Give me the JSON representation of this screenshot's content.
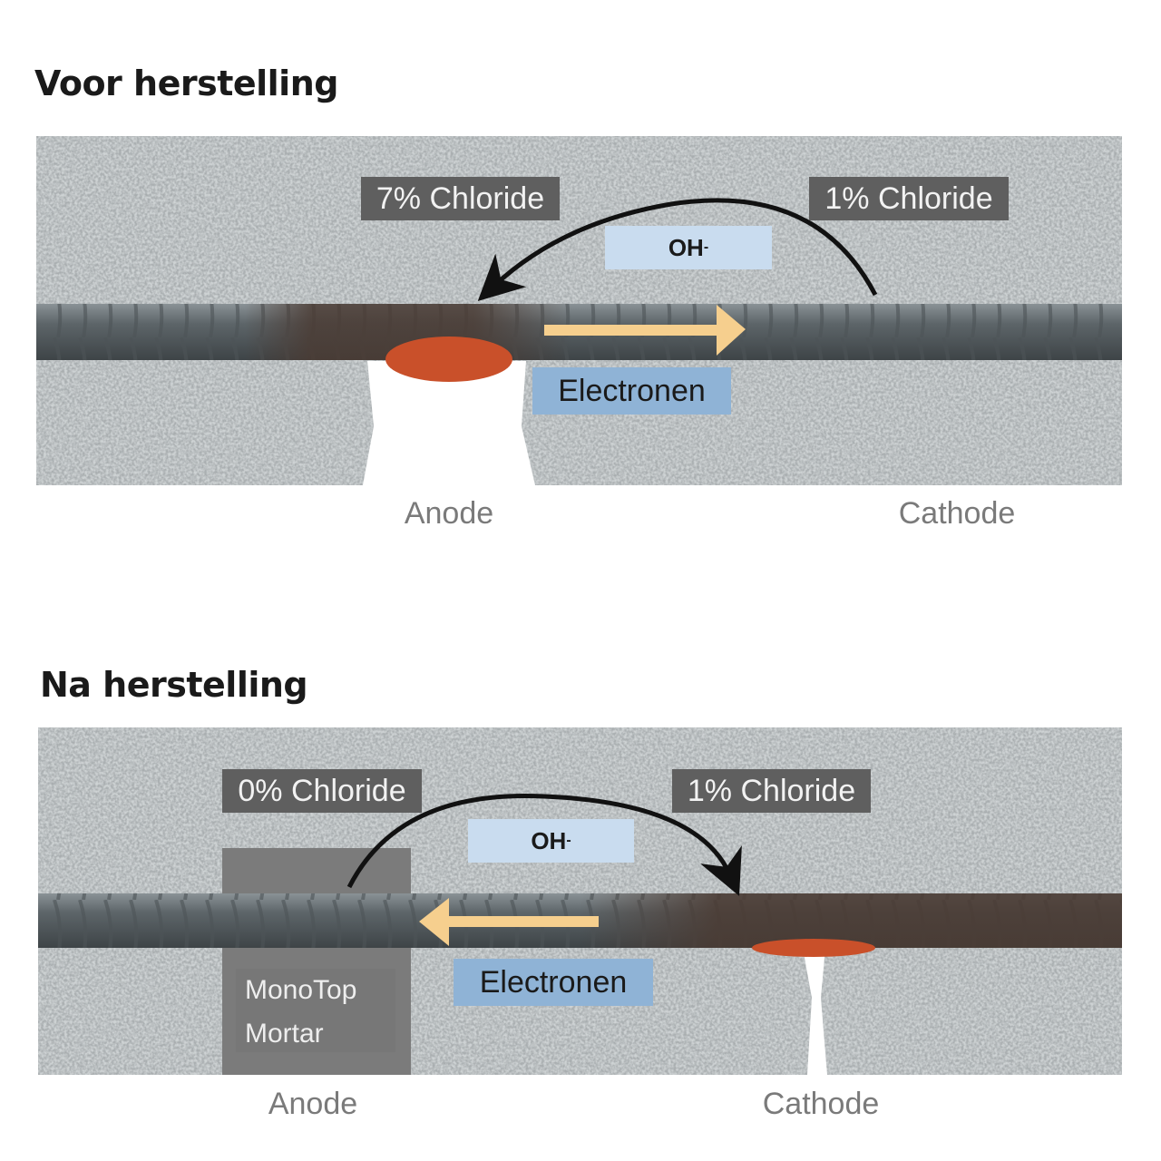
{
  "before": {
    "title": "Voor herstelling",
    "left_chloride": "7% Chloride",
    "right_chloride": "1% Chloride",
    "ion": "OH",
    "ion_charge": "-",
    "electrons": "Electronen",
    "anode": "Anode",
    "cathode": "Cathode"
  },
  "after": {
    "title": "Na herstelling",
    "left_chloride": "0% Chloride",
    "right_chloride": "1% Chloride",
    "ion": "OH",
    "ion_charge": "-",
    "electrons": "Electronen",
    "mortar_line1": "MonoTop",
    "mortar_line2": "Mortar",
    "anode": "Anode",
    "cathode": "Cathode"
  },
  "colors": {
    "concrete": "#a9aeb0",
    "rebar": "#6c7478",
    "rust": "#c9502a",
    "electron_arrow": "#f6cf8e",
    "label_gray": "#5f5f5f",
    "ion_blue": "#c9dcef",
    "electron_blue": "#8fb3d6"
  }
}
